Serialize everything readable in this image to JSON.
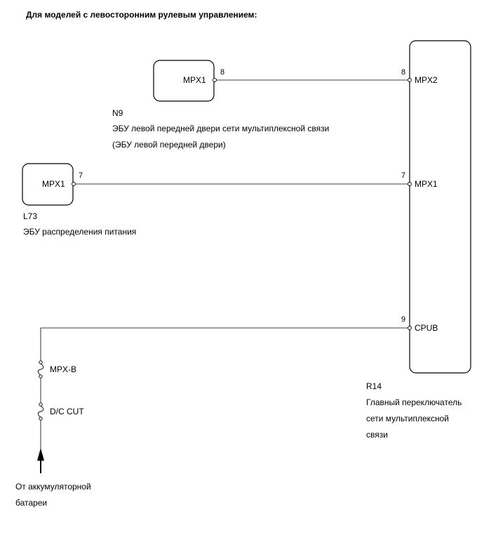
{
  "header": "Для моделей с левосторонним рулевым управлением:",
  "components": {
    "n9": {
      "code": "N9",
      "name_line1": "ЭБУ левой передней двери сети мультиплексной связи",
      "name_line2": "(ЭБУ левой передней двери)",
      "terminal": "MPX1",
      "pin": "8"
    },
    "l73": {
      "code": "L73",
      "name": "ЭБУ распределения питания",
      "terminal": "MPX1",
      "pin": "7"
    },
    "r14": {
      "code": "R14",
      "name_line1": "Главный переключатель",
      "name_line2": "сети мультиплексной",
      "name_line3": "связи",
      "terminals": [
        {
          "name": "MPX2",
          "pin": "8"
        },
        {
          "name": "MPX1",
          "pin": "7"
        },
        {
          "name": "CPUB",
          "pin": "9"
        }
      ]
    }
  },
  "fuses": [
    "MPX-B",
    "D/C CUT"
  ],
  "source": {
    "line1": "От аккумуляторной",
    "line2": "батареи"
  }
}
